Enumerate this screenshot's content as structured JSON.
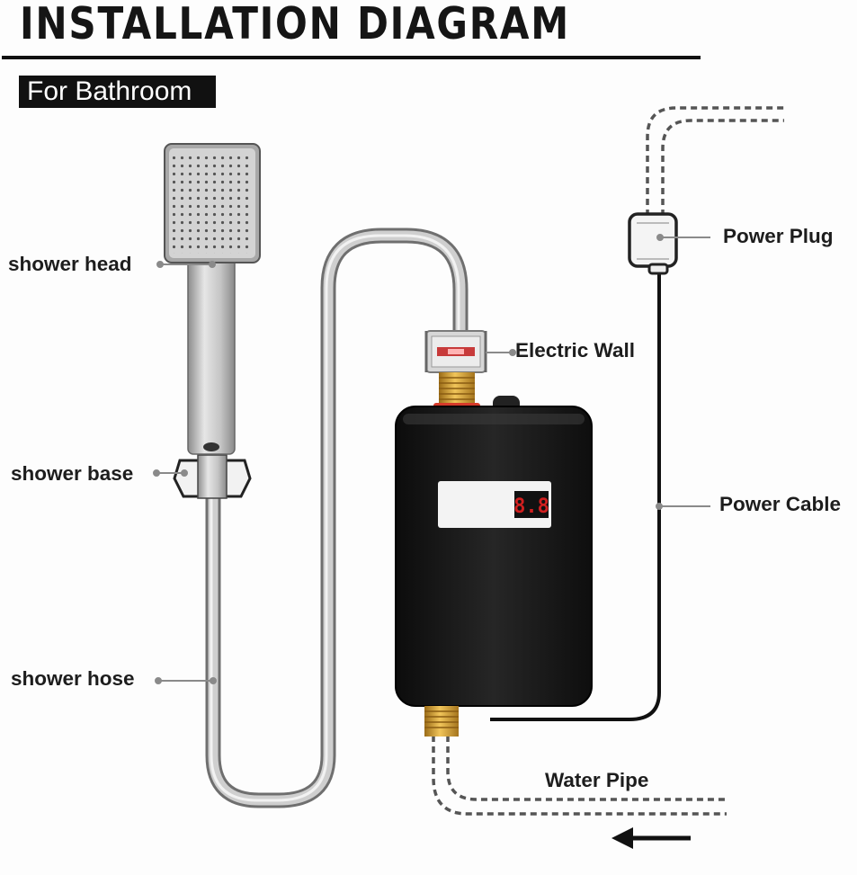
{
  "header": {
    "title": "INSTALLATION DIAGRAM",
    "badge": "For Bathroom"
  },
  "display": {
    "readout": "8.8"
  },
  "labels": {
    "shower_head": "shower head",
    "shower_base": "shower base",
    "shower_hose": "shower hose",
    "power_plug": "Power Plug",
    "electric_wall": "Electric Wall",
    "power_cable": "Power Cable",
    "water_pipe": "Water Pipe"
  },
  "colors": {
    "heater_body": "#1b1b1b",
    "chrome": "#bdbdbd",
    "brass": "#d9a63a",
    "red_ring": "#d63a2a",
    "display_red": "#d11f1f"
  },
  "icons": {
    "flow_arrow": "arrow-left-icon"
  }
}
